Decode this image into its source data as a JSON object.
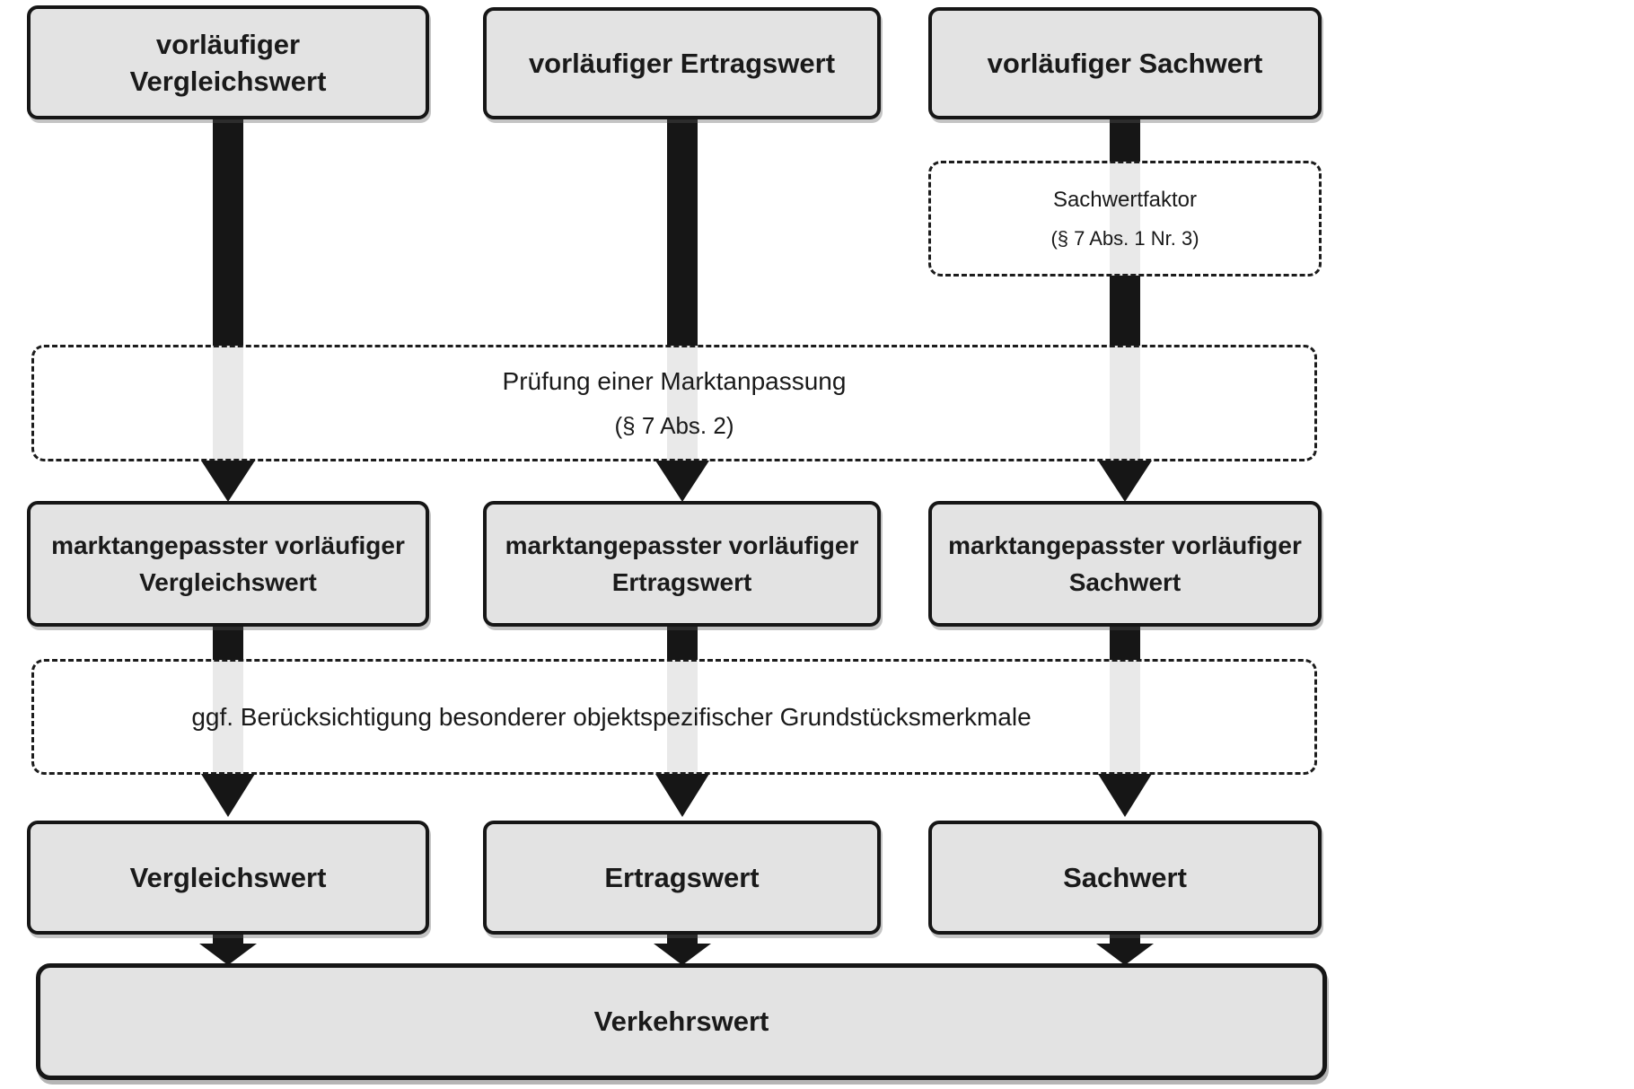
{
  "top_row": [
    {
      "label": "vorläufiger\nVergleichswert"
    },
    {
      "label": "vorläufiger Ertragswert"
    },
    {
      "label": "vorläufiger Sachwert"
    }
  ],
  "sachwertfaktor": {
    "title": "Sachwertfaktor",
    "ref": "(§ 7 Abs. 1 Nr. 3)"
  },
  "marktanpassung": {
    "title": "Prüfung einer Marktanpassung",
    "ref": "(§ 7 Abs. 2)"
  },
  "mid_row": [
    {
      "label": "marktangepasster vorläufiger\nVergleichswert"
    },
    {
      "label": "marktangepasster vorläufiger\nErtragswert"
    },
    {
      "label": "marktangepasster vorläufiger\nSachwert"
    }
  ],
  "merkmale": {
    "label": "ggf. Berücksichtigung besonderer objektspezifischer Grundstücksmerkmale"
  },
  "result_row": [
    {
      "label": "Vergleichswert"
    },
    {
      "label": "Ertragswert"
    },
    {
      "label": "Sachwert"
    }
  ],
  "final": {
    "label": "Verkehrswert"
  },
  "colors": {
    "line": "#161616",
    "box_fill": "#e3e3e3",
    "ghost": "#e9e9e9",
    "dash": "#1c1c1c",
    "text": "#1a1a1a",
    "page_bg": "#ffffff"
  }
}
